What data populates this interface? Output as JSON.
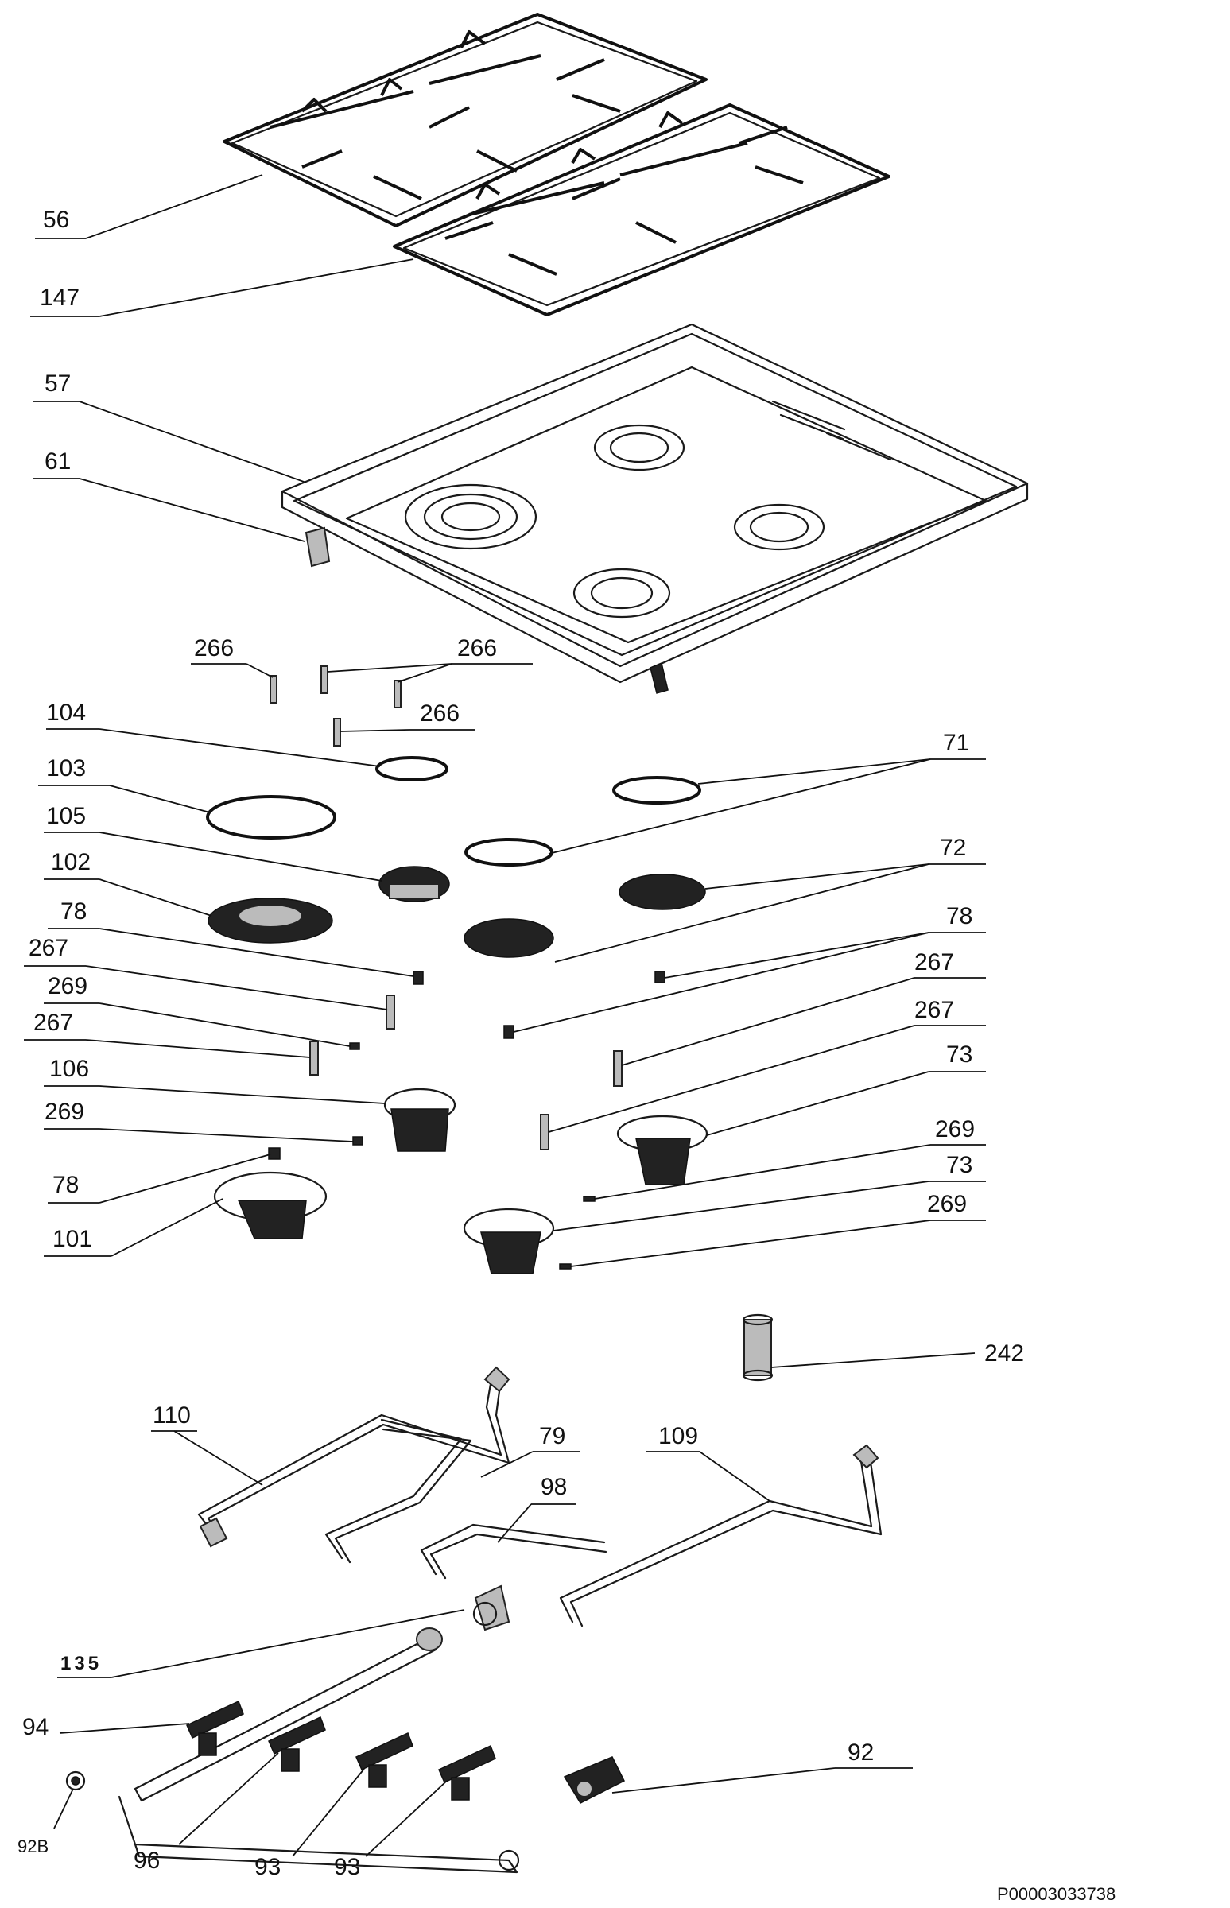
{
  "labels": {
    "l56": "56",
    "l147": "147",
    "l57": "57",
    "l61": "61",
    "l266a": "266",
    "l266b": "266",
    "l266c": "266",
    "l104": "104",
    "l103": "103",
    "l105": "105",
    "l102": "102",
    "l78a": "78",
    "l267a": "267",
    "l269a": "269",
    "l267b": "267",
    "l106": "106",
    "l269b": "269",
    "l78b": "78",
    "l101": "101",
    "l71": "71",
    "l72": "72",
    "l78c": "78",
    "l267c": "267",
    "l267d": "267",
    "l73a": "73",
    "l269c": "269",
    "l73b": "73",
    "l269d": "269",
    "l242": "242",
    "l110": "110",
    "l79": "79",
    "l98": "98",
    "l109": "109",
    "l135": "135",
    "l94": "94",
    "l92": "92",
    "l92B": "92B",
    "l96": "96",
    "l93a": "93",
    "l93b": "93"
  },
  "document_code": "P00003033738"
}
